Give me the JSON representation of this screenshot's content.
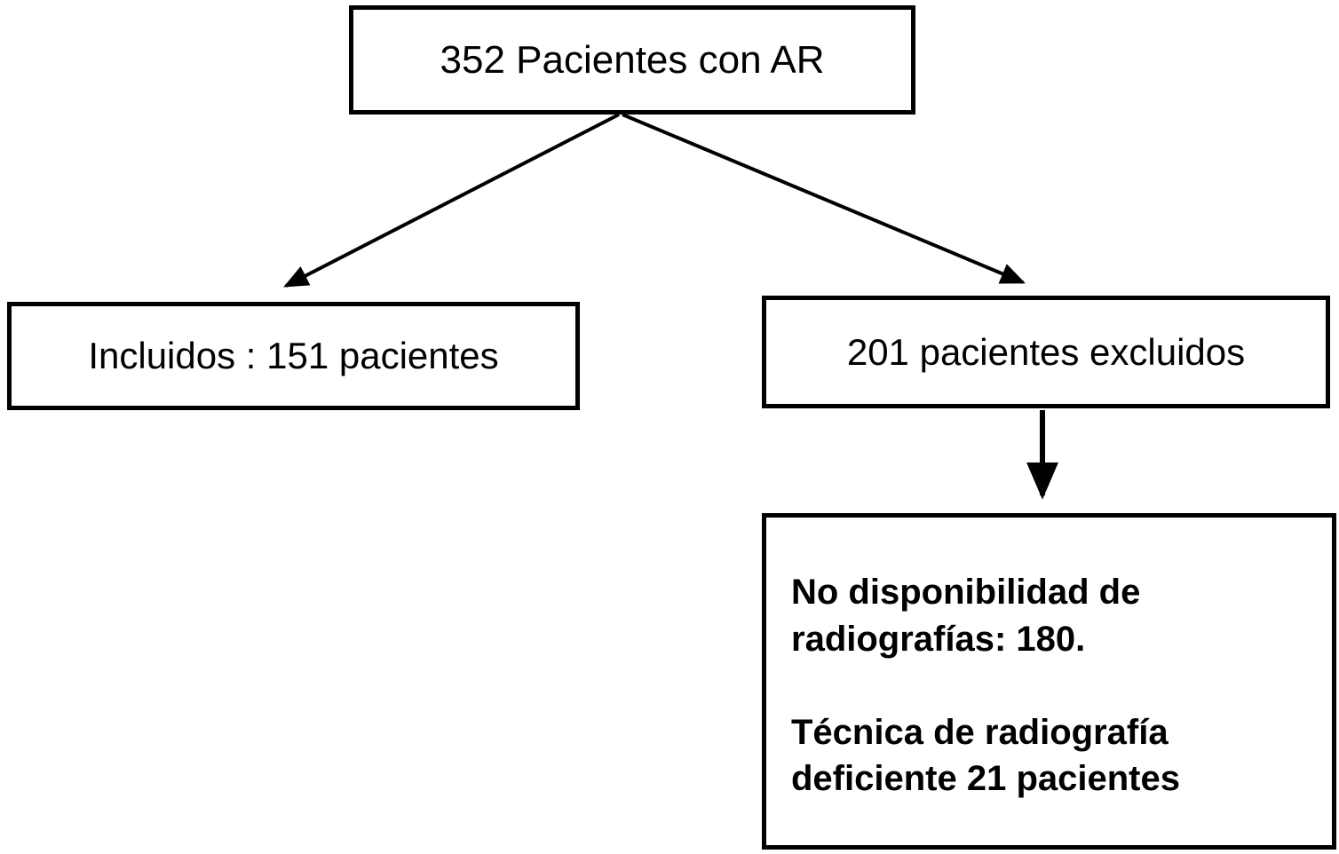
{
  "diagram": {
    "type": "flowchart",
    "nodes": {
      "total": {
        "label": "352 Pacientes con AR"
      },
      "included": {
        "label": "Incluidos : 151 pacientes"
      },
      "excluded": {
        "label": "201 pacientes excluidos"
      },
      "exclusion_reasons": {
        "line1": "No disponibilidad de radiografías: 180.",
        "line2": "Técnica de radiografía deficiente 21 pacientes"
      }
    },
    "edges": [
      {
        "from": "total",
        "to": "included"
      },
      {
        "from": "total",
        "to": "excluded"
      },
      {
        "from": "excluded",
        "to": "exclusion_reasons"
      }
    ],
    "colors": {
      "border": "#000000",
      "text": "#000000",
      "arrow": "#000000",
      "background": "#ffffff"
    }
  }
}
